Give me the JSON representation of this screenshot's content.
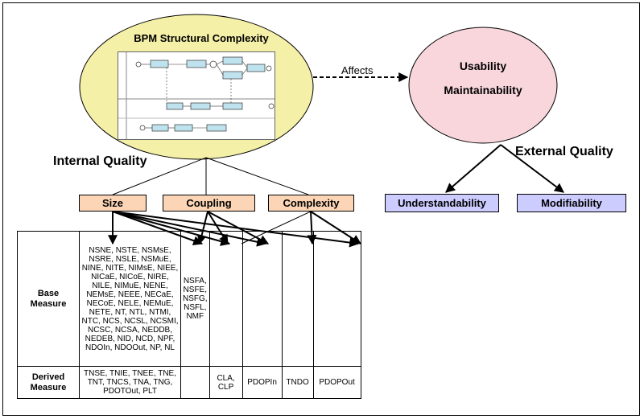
{
  "diagram": {
    "bpm_title": "BPM Structural Complexity",
    "affects_label": "Affects",
    "usability": "Usability",
    "maintainability": "Maintainability",
    "internal_quality": "Internal Quality",
    "external_quality": "External Quality",
    "size": "Size",
    "coupling": "Coupling",
    "complexity": "Complexity",
    "understandability": "Understandability",
    "modifiability": "Modifiability"
  },
  "table": {
    "base_label": "Base Measure",
    "derived_label": "Derived Measure",
    "base": [
      "NSNE, NSTE, NSMsE, NSRE, NSLE, NSMuE, NINE, NITE, NIMsE, NIEE, NICaE, NICoE, NIRE, NILE, NIMuE, NENE, NEMsE, NEEE, NECaE, NECoE, NELE, NEMuE, NETE, NT, NTL, NTMI, NTC, NCS, NCSL, NCSMI, NCSC, NCSA, NEDDB, NEDEB, NID, NCD, NPF, NDOIn, NDOOut, NP, NL",
      "NSFA, NSFE, NSFG, NSFL, NMF",
      "",
      "",
      "",
      ""
    ],
    "derived": [
      "TNSE, TNIE, TNEE, TNE, TNT, TNCS, TNA, TNG, PDOTOut, PLT",
      "",
      "CLA, CLP",
      "PDOPIn",
      "TNDO",
      "PDOPOut"
    ]
  },
  "colors": {
    "bpm_ellipse": "#f5f0a8",
    "usability_ellipse": "#f8d6dc",
    "metric_boxes": "#fbd5b5",
    "external_boxes": "#ccccff"
  }
}
